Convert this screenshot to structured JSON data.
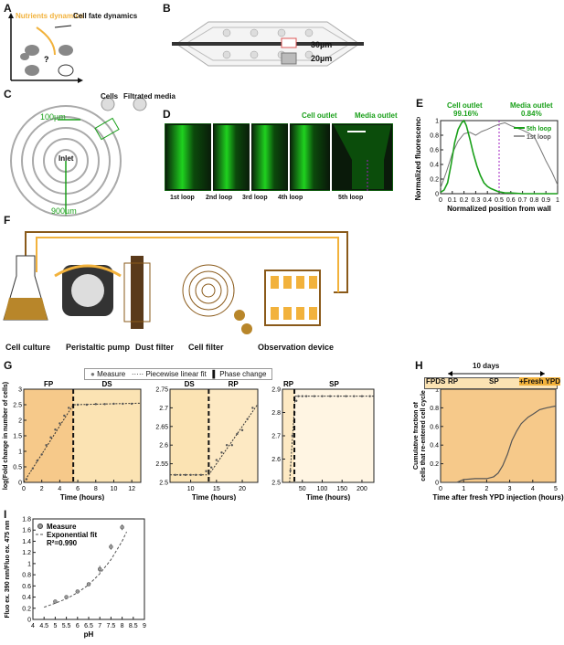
{
  "panels": {
    "A": "A",
    "B": "B",
    "C": "C",
    "D": "D",
    "E": "E",
    "F": "F",
    "G": "G",
    "H": "H",
    "I": "I"
  },
  "colors": {
    "green": "#1aa01a",
    "gold": "#f2b23c",
    "brown": "#8a5a1a",
    "purple": "#a020c0",
    "lightgold": "#fbe3b3",
    "grey": "#777777"
  },
  "A": {
    "nutrients": "Nutrients dynamics",
    "fate": "Cell fate dynamics",
    "question": "?"
  },
  "B": {
    "scale1": "30µm",
    "scale2": "20µm"
  },
  "C": {
    "cells": "Cells",
    "media": "Filtrated media",
    "d100": "100µm",
    "inlet": "Inlet",
    "d900": "900µm"
  },
  "D": {
    "cell_outlet": "Cell outlet",
    "media_outlet": "Media outlet",
    "loops": [
      "1st loop",
      "2nd loop",
      "3rd loop",
      "4th loop",
      "5th loop"
    ]
  },
  "E": {
    "cell_outlet": "Cell outlet",
    "cell_pct": "99.16%",
    "media_outlet": "Media outlet",
    "media_pct": "0.84%"
  },
  "F": {
    "labels": [
      "Cell culture",
      "Peristaltic pump",
      "Dust filter",
      "Cell filter",
      "Observation device"
    ]
  },
  "G": {
    "legend": {
      "measure": "Measure",
      "fit": "Piecewise linear fit",
      "phase": "Phase change"
    }
  },
  "H": {
    "duration": "10 days",
    "phases": [
      "FPDS",
      "RP",
      "SP",
      "+Fresh YPD"
    ]
  },
  "chart_data": [
    {
      "id": "E",
      "type": "line",
      "xlabel": "Normalized position from wall",
      "ylabel": "Normalized fluorescence",
      "xlim": [
        0,
        1
      ],
      "ylim": [
        0,
        1
      ],
      "xticks": [
        "0",
        "0.1",
        "0.2",
        "0.3",
        "0.4",
        "0.5",
        "0.6",
        "0.7",
        "0.8",
        "0.9",
        "1"
      ],
      "yticks": [
        "0",
        "0.2",
        "0.4",
        "0.6",
        "0.8",
        "1"
      ],
      "legend": [
        "5th loop",
        "1st loop"
      ],
      "series": [
        {
          "name": "5th loop",
          "x": [
            0,
            0.03,
            0.06,
            0.09,
            0.12,
            0.15,
            0.18,
            0.2,
            0.22,
            0.25,
            0.28,
            0.31,
            0.34,
            0.37,
            0.4,
            0.43,
            0.46,
            0.49,
            0.52,
            0.55,
            0.6,
            0.7,
            0.8,
            0.9,
            1
          ],
          "y": [
            0.02,
            0.05,
            0.15,
            0.4,
            0.7,
            0.88,
            0.97,
            1,
            0.93,
            0.75,
            0.55,
            0.38,
            0.25,
            0.15,
            0.1,
            0.07,
            0.05,
            0.03,
            0.02,
            0.01,
            0.01,
            0,
            0,
            0,
            0
          ]
        },
        {
          "name": "1st loop",
          "x": [
            0,
            0.05,
            0.1,
            0.15,
            0.2,
            0.25,
            0.3,
            0.35,
            0.4,
            0.45,
            0.5,
            0.55,
            0.6,
            0.65,
            0.7,
            0.75,
            0.8,
            0.85,
            0.9,
            0.95,
            1
          ],
          "y": [
            0.08,
            0.3,
            0.55,
            0.72,
            0.82,
            0.84,
            0.8,
            0.85,
            0.88,
            0.92,
            0.95,
            0.97,
            0.93,
            0.9,
            0.87,
            0.83,
            0.78,
            0.62,
            0.45,
            0.3,
            0.12
          ]
        }
      ]
    },
    {
      "id": "G1",
      "type": "scatter",
      "title": "FP | DS",
      "xlabel": "Time (hours)",
      "ylabel": "log(Fold change in number of cells)",
      "xlim": [
        0,
        13
      ],
      "ylim": [
        0,
        3
      ],
      "xticks": [
        "0",
        "2",
        "4",
        "6",
        "8",
        "10",
        "12"
      ],
      "yticks": [
        "0",
        "0.5",
        "1",
        "1.5",
        "2",
        "2.5",
        "3"
      ],
      "phase_change": 5.5,
      "measure": {
        "x": [
          0.3,
          1,
          1.5,
          2,
          2.5,
          3,
          3.5,
          4,
          4.5,
          5,
          5.5,
          6,
          7,
          8,
          9,
          10,
          11,
          12
        ],
        "y": [
          0.1,
          0.45,
          0.7,
          0.9,
          1.2,
          1.45,
          1.7,
          1.9,
          2.15,
          2.4,
          2.5,
          2.5,
          2.5,
          2.52,
          2.52,
          2.53,
          2.53,
          2.53
        ]
      },
      "fit": {
        "x": [
          0,
          5.5,
          13
        ],
        "y": [
          0,
          2.5,
          2.55
        ]
      }
    },
    {
      "id": "G2",
      "type": "scatter",
      "title": "DS | RP",
      "xlabel": "Time (hours)",
      "xlim": [
        6,
        23
      ],
      "ylim": [
        2.5,
        2.75
      ],
      "xticks": [
        "10",
        "15",
        "20"
      ],
      "yticks": [
        "2.5",
        "2.55",
        "2.6",
        "2.65",
        "2.7",
        "2.75"
      ],
      "phase_change": 13.5,
      "measure": {
        "x": [
          7,
          8,
          9,
          10,
          11,
          12,
          13,
          14,
          15,
          16,
          17,
          18,
          19,
          20,
          21,
          22
        ],
        "y": [
          2.52,
          2.52,
          2.52,
          2.52,
          2.52,
          2.52,
          2.53,
          2.54,
          2.56,
          2.58,
          2.6,
          2.6,
          2.63,
          2.64,
          2.67,
          2.7
        ]
      },
      "fit": {
        "x": [
          6,
          13.5,
          23
        ],
        "y": [
          2.52,
          2.52,
          2.71
        ]
      }
    },
    {
      "id": "G3",
      "type": "scatter",
      "title": "RP | SP",
      "xlabel": "Time (hours)",
      "xlim": [
        0,
        230
      ],
      "ylim": [
        2.5,
        2.9
      ],
      "xticks": [
        "50",
        "100",
        "150",
        "200"
      ],
      "yticks": [
        "2.5",
        "2.6",
        "2.7",
        "2.8",
        "2.9"
      ],
      "phase_change": 30,
      "measure": {
        "x": [
          20,
          25,
          30,
          35,
          40,
          50,
          60,
          80,
          100,
          120,
          140,
          160,
          180,
          200,
          220
        ],
        "y": [
          2.55,
          2.7,
          2.8,
          2.85,
          2.87,
          2.87,
          2.87,
          2.87,
          2.87,
          2.87,
          2.87,
          2.87,
          2.87,
          2.87,
          2.87
        ]
      },
      "fit": {
        "x": [
          18,
          32,
          230
        ],
        "y": [
          2.5,
          2.87,
          2.87
        ]
      }
    },
    {
      "id": "H",
      "type": "line",
      "xlabel": "Time after fresh YPD injection (hours)",
      "ylabel": "Cumulative fraction of cells that re-entered cell cycle",
      "xlim": [
        0,
        5
      ],
      "ylim": [
        0,
        1
      ],
      "xticks": [
        "0",
        "1",
        "2",
        "3",
        "4",
        "5"
      ],
      "yticks": [
        "0",
        "0.2",
        "0.4",
        "0.6",
        "0.8",
        "1"
      ],
      "series": [
        {
          "x": [
            0,
            0.7,
            1,
            1.5,
            2,
            2.3,
            2.5,
            2.7,
            2.9,
            3.1,
            3.3,
            3.5,
            3.8,
            4,
            4.3,
            4.6,
            5
          ],
          "y": [
            0,
            0,
            0.03,
            0.04,
            0.04,
            0.06,
            0.1,
            0.18,
            0.3,
            0.45,
            0.55,
            0.63,
            0.7,
            0.73,
            0.78,
            0.8,
            0.82
          ]
        }
      ]
    },
    {
      "id": "I",
      "type": "scatter",
      "xlabel": "pH",
      "ylabel": "Fluo ex. 390 nm/Fluo ex. 475 nm",
      "xlim": [
        4,
        9
      ],
      "ylim": [
        0,
        1.8
      ],
      "xticks": [
        "4",
        "4.5",
        "5",
        "5.5",
        "6",
        "6.5",
        "7",
        "7.5",
        "8",
        "8.5",
        "9"
      ],
      "yticks": [
        "0",
        "0.2",
        "0.4",
        "0.6",
        "0.8",
        "1",
        "1.2",
        "1.4",
        "1.6",
        "1.8"
      ],
      "legend": [
        "Measure",
        "Exponential fit",
        "R²=0.990"
      ],
      "measure": {
        "x": [
          5,
          5.5,
          6,
          6.5,
          7,
          7.5,
          8
        ],
        "y": [
          0.32,
          0.4,
          0.5,
          0.63,
          0.9,
          1.3,
          1.65
        ],
        "err": [
          0.02,
          0.02,
          0.03,
          0.03,
          0.06,
          0.05,
          0.05
        ]
      },
      "fit": {
        "x": [
          4.5,
          5,
          5.5,
          6,
          6.5,
          7,
          7.5,
          8,
          8.2
        ],
        "y": [
          0.22,
          0.29,
          0.37,
          0.48,
          0.62,
          0.82,
          1.07,
          1.4,
          1.57
        ]
      }
    }
  ]
}
